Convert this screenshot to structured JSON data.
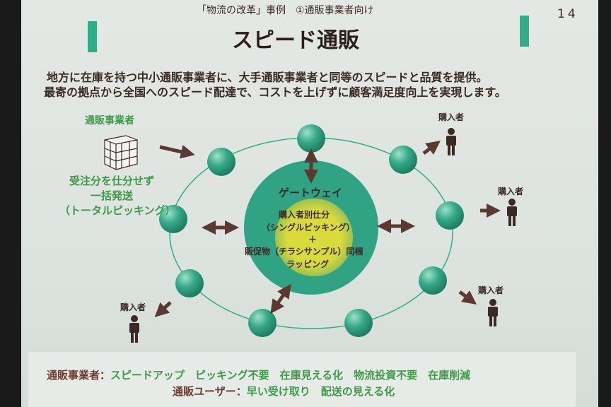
{
  "header": {
    "subtitle": "「物流の改革」事例　①通販事業者向け",
    "page_number": "14",
    "title": "スピード通販"
  },
  "intro": [
    "地方に在庫を持つ中小通販事業者に、大手通販事業者と同等のスピードと品質を提供。",
    "最寄の拠点から全国へのスピード配達で、コストを上げずに顧客満足度向上を実現します。"
  ],
  "merchant": {
    "label": "通販事業者",
    "desc": [
      "受注分を仕分せず",
      "一括発送",
      "（トータルピッキング）"
    ]
  },
  "gateway": {
    "title": "ゲートウェイ",
    "lines": [
      "購入者別仕分",
      "（シングルピッキング）",
      "＋",
      "販促物（チラシサンプル）同梱",
      "ラッピング"
    ]
  },
  "buyers": [
    "購入者",
    "購入者",
    "購入者",
    "購入者"
  ],
  "benefits": {
    "merchant_label": "通販事業者：",
    "merchant_items": "スピードアップ　ピッキング不要　在庫見える化　物流投資不要　在庫削減",
    "user_label": "通販ユーザー：",
    "user_items": "早い受け取り　配送の見える化"
  },
  "colors": {
    "accent": "#2fae8a",
    "sphere": "#2fa383",
    "gateway": "#2fa383",
    "core": "#d8d83a",
    "arrow": "#5a3a30",
    "green_text": "#3f9a47"
  }
}
